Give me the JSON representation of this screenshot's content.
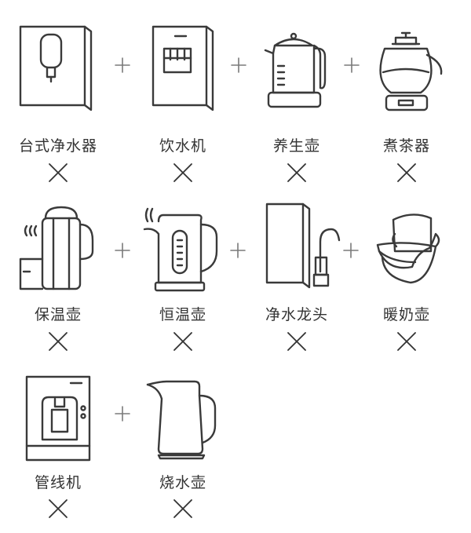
{
  "products": [
    {
      "name": "台式净水器",
      "icon": "countertop-purifier-icon"
    },
    {
      "name": "饮水机",
      "icon": "water-dispenser-icon"
    },
    {
      "name": "养生壶",
      "icon": "health-pot-icon"
    },
    {
      "name": "煮茶器",
      "icon": "tea-brewer-icon"
    },
    {
      "name": "保温壶",
      "icon": "thermos-icon"
    },
    {
      "name": "恒温壶",
      "icon": "constant-temp-kettle-icon"
    },
    {
      "name": "净水龙头",
      "icon": "purifier-faucet-icon"
    },
    {
      "name": "暖奶壶",
      "icon": "milk-warmer-icon"
    },
    {
      "name": "管线机",
      "icon": "pipeline-machine-icon"
    },
    {
      "name": "烧水壶",
      "icon": "kettle-icon"
    }
  ],
  "separator_symbol": "plus-icon",
  "status_symbol": "cross-icon",
  "colors": {
    "line": "#3a3a3a",
    "text": "#333333",
    "separator": "#7a7a7a",
    "background": "#ffffff"
  }
}
